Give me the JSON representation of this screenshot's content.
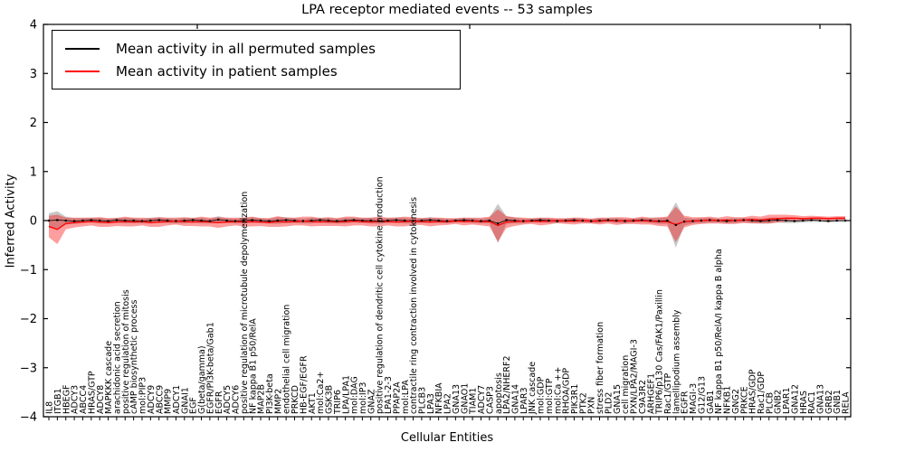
{
  "title": "LPA receptor mediated events -- 53 samples",
  "legend": {
    "items": [
      {
        "label": "Mean activity in all permuted samples",
        "color": "#000000"
      },
      {
        "label": "Mean activity in patient samples",
        "color": "#ff0000"
      }
    ]
  },
  "axes": {
    "ylabel": "Inferred Activity",
    "xlabel": "Cellular Entities",
    "yticks": [
      4,
      3,
      2,
      1,
      0,
      -1,
      -2,
      -3,
      -4
    ],
    "ylim": [
      -4,
      4
    ]
  },
  "colors": {
    "permuted_line": "#000000",
    "patient_line": "#ff0000",
    "patient_band": "#ff0000",
    "permuted_band": "#000000",
    "frame": "#000000"
  },
  "chart_data": {
    "type": "line",
    "title": "LPA receptor mediated events -- 53 samples",
    "xlabel": "Cellular Entities",
    "ylabel": "Inferred Activity",
    "ylim": [
      -4,
      4
    ],
    "grid": false,
    "legend_position": "upper left",
    "categories": [
      "IL8",
      "ITGB1",
      "HBEGF",
      "ADCY3",
      "ABCC4",
      "HRAS/GTP",
      "ADCY8",
      "MAPKKK cascade",
      "arachidonic acid secretion",
      "positive regulation of mitosis",
      "cAMP biosynthetic process",
      "mol:PIP3",
      "ADCY9",
      "ABCC9",
      "MMP9",
      "ADCY1",
      "GNAI1",
      "EGF",
      "G(beta/gamma)",
      "EGFR/PI3K-beta/Gab1",
      "EGFR",
      "ADCY5",
      "ADCY6",
      "positive regulation of microtubule depolymerization",
      "NF kappa B1 p50/RelA",
      "MAP2B",
      "PI3K-beta",
      "MMP2",
      "endothelial cell migration",
      "PRKCD",
      "HB-EGF/EGFR",
      "AKT1",
      "mol:Ca2+",
      "GSK3B",
      "TRIP6",
      "LPA/LPA1",
      "mol:DAG",
      "mol:IP3",
      "GNAZ",
      "positive regulation of dendritic cell cytokine production",
      "LPA1-2-3",
      "PPAP2A",
      "mol:LPA",
      "contractile ring contraction involved in cytokinesis",
      "PLCB3",
      "LPA3",
      "NFKBIA",
      "LPA2",
      "GNA13",
      "GNAO1",
      "TIAM1",
      "ADCY7",
      "CASP3",
      "apoptosis",
      "LPA2/NHERF2",
      "GNA14",
      "LPAR3",
      "JNK cascade",
      "mol:GDP",
      "mol:GTP",
      "mol:Ca ++",
      "RHOA/GDP",
      "PIK3R1",
      "PTK2",
      "PXN",
      "stress fiber formation",
      "PLD2",
      "GNA15",
      "cell migration",
      "PXN/LPA2/MAGI-3",
      "C9A3R2",
      "ARHGEF1",
      "TRIP6/p130 Cas/FAK1/Paxillin",
      "Rac1/GTP",
      "lamellipodium assembly",
      "EGFR",
      "MAGI-3",
      "G12/G13",
      "GAB1",
      "NF kappa B1 p50/RelA/I kappa B alpha",
      "NFKB1",
      "GNG2",
      "PRKCE",
      "HRAS/GDP",
      "Rac1/GDP",
      "PLCB",
      "GNB2",
      "LPAR1",
      "GNA12",
      "HRAS",
      "RAC1",
      "GNA13",
      "GRB2",
      "GNB1",
      "RELA"
    ],
    "series": [
      {
        "name": "Mean activity in all permuted samples",
        "color": "#000000",
        "band_color": "#000000",
        "band_opacity": 0.22,
        "values": [
          0,
          0.01,
          0,
          -0.01,
          0,
          0.01,
          0,
          -0.01,
          0.01,
          0,
          0,
          -0.01,
          0,
          0.01,
          0,
          -0.01,
          0,
          0.01,
          0,
          -0.01,
          0.02,
          0,
          -0.01,
          0,
          0.01,
          0,
          -0.01,
          0,
          0.01,
          0,
          -0.01,
          0,
          0.01,
          0,
          -0.01,
          0,
          0.01,
          0,
          0,
          -0.01,
          0,
          0.01,
          0,
          -0.01,
          0,
          0.01,
          0,
          -0.01,
          0,
          0.01,
          0,
          -0.01,
          0,
          -0.06,
          0.01,
          0,
          -0.01,
          0,
          0.01,
          0,
          -0.01,
          0,
          0.01,
          0,
          -0.01,
          0,
          0.01,
          0,
          -0.01,
          0,
          0.01,
          0,
          -0.01,
          0,
          -0.09,
          -0.02,
          -0.01,
          0,
          0.01,
          0,
          -0.01,
          0,
          0.01,
          0,
          -0.01,
          0,
          0.01,
          0,
          -0.01,
          0,
          0.01,
          0,
          -0.01,
          0,
          0
        ],
        "band_halfwidth": [
          0.15,
          0.18,
          0.08,
          0.06,
          0.05,
          0.05,
          0.06,
          0.05,
          0.05,
          0.06,
          0.05,
          0.05,
          0.06,
          0.06,
          0.05,
          0.05,
          0.06,
          0.05,
          0.06,
          0.05,
          0.07,
          0.05,
          0.05,
          0.06,
          0.06,
          0.05,
          0.05,
          0.07,
          0.06,
          0.05,
          0.05,
          0.06,
          0.05,
          0.06,
          0.05,
          0.06,
          0.05,
          0.05,
          0.06,
          0.06,
          0.05,
          0.06,
          0.06,
          0.05,
          0.05,
          0.06,
          0.05,
          0.05,
          0.04,
          0.05,
          0.05,
          0.05,
          0.06,
          0.4,
          0.08,
          0.06,
          0.05,
          0.04,
          0.05,
          0.05,
          0.04,
          0.04,
          0.05,
          0.04,
          0.04,
          0.05,
          0.04,
          0.05,
          0.05,
          0.04,
          0.05,
          0.05,
          0.06,
          0.07,
          0.46,
          0.08,
          0.05,
          0.05,
          0.05,
          0.04,
          0.05,
          0.05,
          0.04,
          0.05,
          0.05,
          0.06,
          0.05,
          0.05,
          0.04,
          0.04,
          0.04,
          0.03,
          0.03,
          0.03,
          0.03
        ]
      },
      {
        "name": "Mean activity in patient samples",
        "color": "#ff0000",
        "band_color": "#ff0000",
        "band_opacity": 0.38,
        "values": [
          -0.12,
          -0.18,
          -0.06,
          -0.04,
          -0.03,
          -0.02,
          -0.03,
          -0.04,
          -0.03,
          -0.02,
          -0.03,
          -0.02,
          -0.04,
          -0.03,
          -0.02,
          -0.01,
          -0.02,
          -0.03,
          -0.02,
          -0.03,
          -0.04,
          -0.03,
          -0.02,
          -0.03,
          -0.02,
          -0.03,
          -0.04,
          -0.02,
          -0.03,
          -0.02,
          -0.01,
          -0.02,
          -0.03,
          -0.02,
          -0.03,
          -0.02,
          -0.01,
          -0.02,
          -0.03,
          -0.02,
          -0.02,
          -0.03,
          -0.02,
          -0.01,
          -0.02,
          -0.03,
          -0.02,
          -0.02,
          -0.01,
          -0.02,
          -0.01,
          -0.02,
          -0.02,
          -0.1,
          -0.03,
          -0.02,
          -0.01,
          -0.01,
          -0.02,
          -0.01,
          0,
          -0.01,
          -0.01,
          0,
          -0.01,
          -0.01,
          0,
          -0.01,
          0,
          -0.01,
          0,
          -0.01,
          -0.02,
          -0.02,
          -0.08,
          -0.02,
          -0.01,
          0,
          0.01,
          0,
          0.01,
          0,
          0.01,
          0.02,
          0.01,
          0.03,
          0.04,
          0.05,
          0.05,
          0.04,
          0.05,
          0.05,
          0.04,
          0.05,
          0.05
        ],
        "band_halfwidth": [
          0.22,
          0.3,
          0.12,
          0.1,
          0.09,
          0.08,
          0.1,
          0.09,
          0.08,
          0.1,
          0.09,
          0.08,
          0.09,
          0.1,
          0.08,
          0.07,
          0.09,
          0.08,
          0.1,
          0.09,
          0.11,
          0.09,
          0.08,
          0.09,
          0.1,
          0.08,
          0.09,
          0.11,
          0.09,
          0.08,
          0.09,
          0.1,
          0.08,
          0.09,
          0.08,
          0.1,
          0.09,
          0.08,
          0.09,
          0.1,
          0.08,
          0.09,
          0.1,
          0.08,
          0.07,
          0.09,
          0.08,
          0.07,
          0.06,
          0.08,
          0.07,
          0.08,
          0.1,
          0.33,
          0.12,
          0.09,
          0.07,
          0.06,
          0.08,
          0.07,
          0.05,
          0.06,
          0.07,
          0.06,
          0.05,
          0.07,
          0.06,
          0.08,
          0.07,
          0.06,
          0.08,
          0.07,
          0.09,
          0.1,
          0.36,
          0.12,
          0.08,
          0.07,
          0.07,
          0.06,
          0.08,
          0.07,
          0.06,
          0.08,
          0.07,
          0.09,
          0.08,
          0.07,
          0.06,
          0.05,
          0.05,
          0.04,
          0.04,
          0.04,
          0.04
        ]
      }
    ]
  }
}
